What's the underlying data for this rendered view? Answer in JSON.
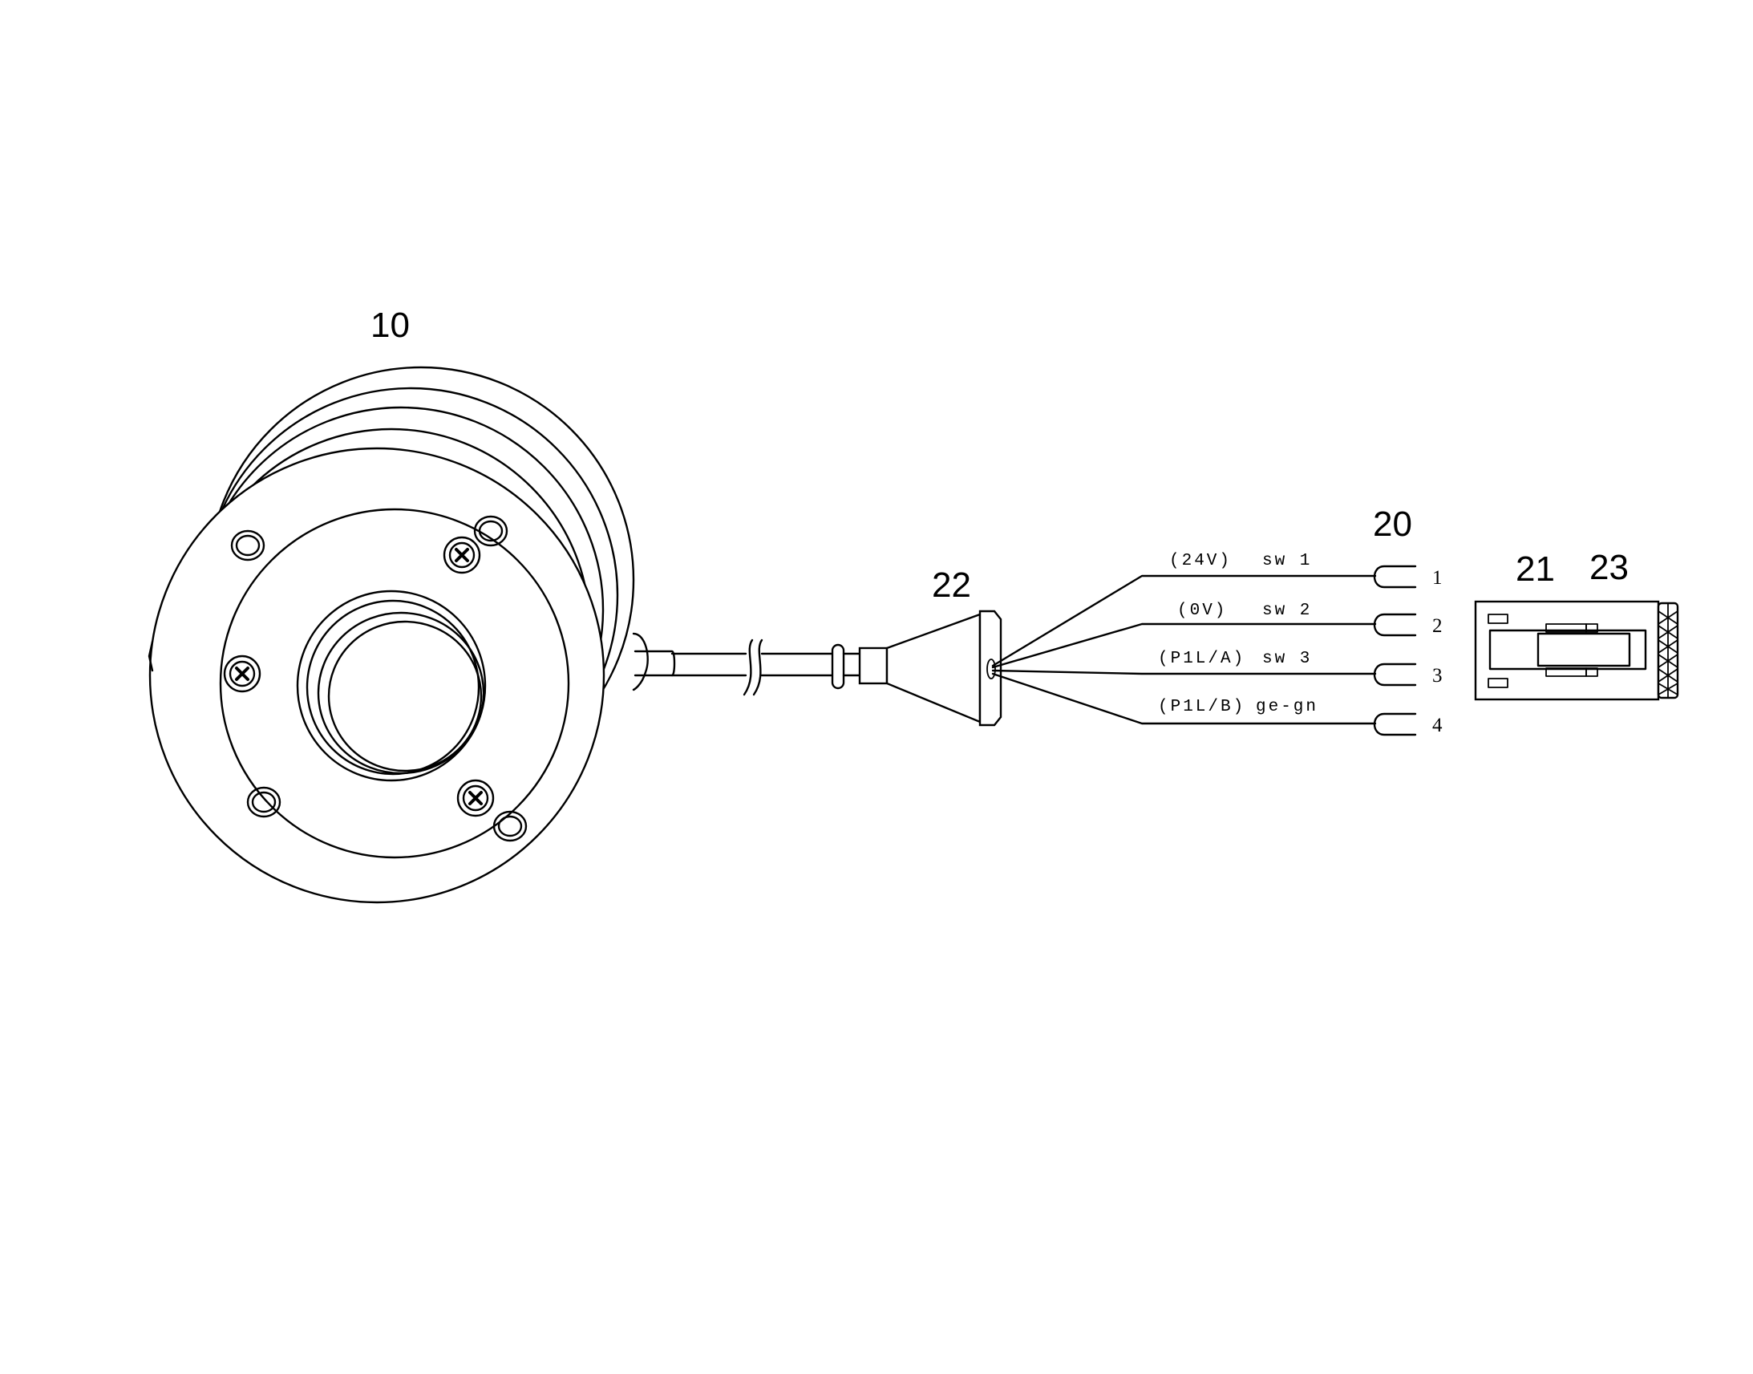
{
  "callouts": {
    "motor": "10",
    "wire_set": "20",
    "connector_housing": "21",
    "cable_grommet": "22",
    "connector_nut": "23"
  },
  "wires": [
    {
      "signal": "(24V)",
      "color": "sw 1",
      "pin": "1"
    },
    {
      "signal": "(0V)",
      "color": "sw 2",
      "pin": "2"
    },
    {
      "signal": "(P1L/A)",
      "color": "sw 3",
      "pin": "3"
    },
    {
      "signal": "(P1L/B)",
      "color": "ge-gn",
      "pin": "4"
    }
  ],
  "colors": {
    "line": "#000000",
    "background": "#ffffff"
  },
  "icons": [
    "screw-icon"
  ]
}
